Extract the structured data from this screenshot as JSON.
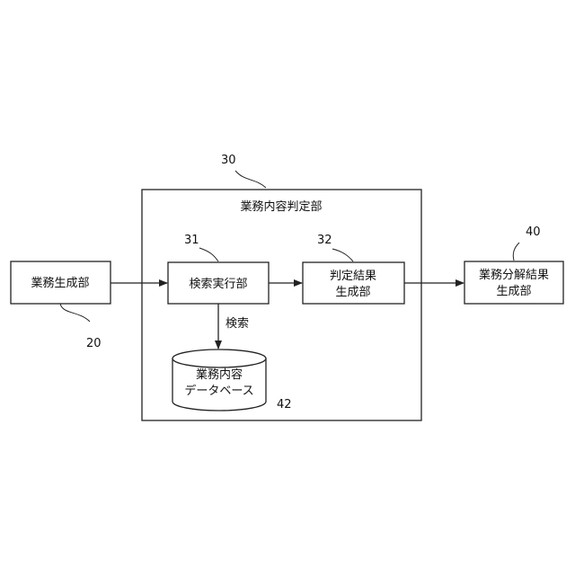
{
  "diagram": {
    "outer": {
      "label": "業務内容判定部",
      "ref": "30"
    },
    "business_generation": {
      "label": "業務生成部",
      "ref": "20"
    },
    "search_execution": {
      "label": "検索実行部",
      "ref": "31"
    },
    "judgment_result": {
      "label_line1": "判定結果",
      "label_line2": "生成部",
      "ref": "32"
    },
    "decomposition_result": {
      "label_line1": "業務分解結果",
      "label_line2": "生成部",
      "ref": "40"
    },
    "database": {
      "label_line1": "業務内容",
      "label_line2": "データベース",
      "ref": "42"
    },
    "search_arrow_label": "検索"
  }
}
